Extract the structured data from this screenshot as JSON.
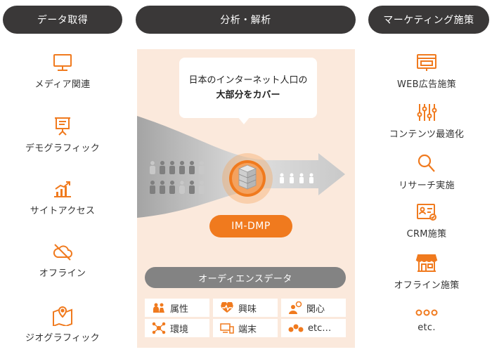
{
  "headers": {
    "data_acquisition": "データ取得",
    "analysis": "分析・解析",
    "marketing": "マーケティング施策"
  },
  "left_items": [
    {
      "label": "メディア関連",
      "icon": "monitor-icon"
    },
    {
      "label": "デモグラフィック",
      "icon": "presentation-board-icon"
    },
    {
      "label": "サイトアクセス",
      "icon": "bar-chart-icon"
    },
    {
      "label": "オフライン",
      "icon": "cloud-off-icon"
    },
    {
      "label": "ジオグラフィック",
      "icon": "map-pin-icon"
    }
  ],
  "right_items": [
    {
      "label": "WEB広告施策",
      "icon": "web-ad-icon"
    },
    {
      "label": "コンテンツ最適化",
      "icon": "sliders-icon"
    },
    {
      "label": "リサーチ実施",
      "icon": "magnifier-icon"
    },
    {
      "label": "CRM施策",
      "icon": "id-card-icon"
    },
    {
      "label": "オフライン施策",
      "icon": "storefront-icon"
    },
    {
      "label": "etc.",
      "icon": "ellipsis-circles-icon"
    }
  ],
  "center": {
    "bubble_line1": "日本のインターネット人口の",
    "bubble_line2": "大部分をカバー",
    "dmp_label": "IM-DMP",
    "audience_label": "オーディエンスデータ",
    "tags": [
      {
        "label": "属性",
        "icon": "people-icon"
      },
      {
        "label": "興味",
        "icon": "heart-pulse-icon"
      },
      {
        "label": "関心",
        "icon": "person-thought-icon"
      },
      {
        "label": "環境",
        "icon": "network-icon"
      },
      {
        "label": "端末",
        "icon": "devices-icon"
      },
      {
        "label": "etc…",
        "icon": "dots-icon"
      }
    ]
  },
  "colors": {
    "accent": "#f07a1e",
    "header_bg": "#3a3838",
    "panel_bg": "#fbe9dc",
    "audience_bar": "#838383",
    "people_dark": "#7f7f7f",
    "people_light": "#c5c5c5"
  }
}
